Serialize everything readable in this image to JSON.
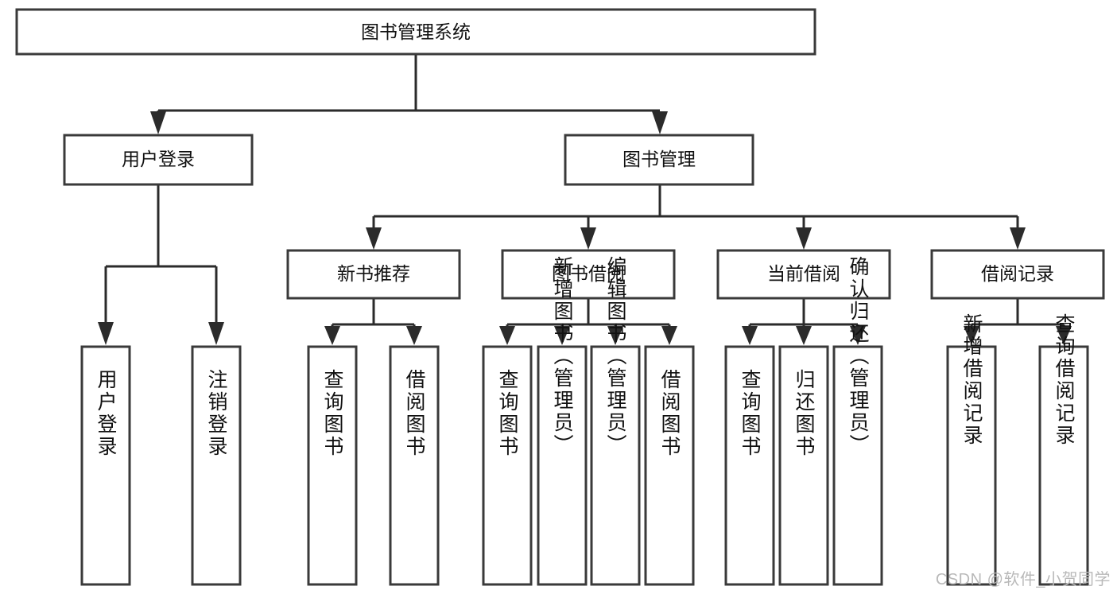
{
  "diagram": {
    "type": "tree-hierarchy",
    "title": "图书管理系统",
    "root": {
      "id": "root",
      "label": "图书管理系统",
      "orientation": "horizontal"
    },
    "level2": [
      {
        "id": "user-login",
        "label": "用户登录",
        "orientation": "horizontal"
      },
      {
        "id": "book-management",
        "label": "图书管理",
        "orientation": "horizontal"
      }
    ],
    "level3": [
      {
        "id": "new-book-recommend",
        "label": "新书推荐",
        "orientation": "horizontal",
        "parent": "book-management"
      },
      {
        "id": "book-borrow",
        "label": "图书借阅",
        "orientation": "horizontal",
        "parent": "book-management"
      },
      {
        "id": "current-borrow",
        "label": "当前借阅",
        "orientation": "horizontal",
        "parent": "book-management"
      },
      {
        "id": "borrow-record",
        "label": "借阅记录",
        "orientation": "horizontal",
        "parent": "book-management"
      }
    ],
    "leaves": {
      "user_login": [
        {
          "id": "leaf-user-login",
          "label": "用户登录"
        },
        {
          "id": "leaf-user-logout",
          "label": "注销登录"
        }
      ],
      "new_book_recommend": [
        {
          "id": "leaf-query-book-1",
          "label": "查询图书"
        },
        {
          "id": "leaf-borrow-book-1",
          "label": "借阅图书"
        }
      ],
      "book_borrow": [
        {
          "id": "leaf-query-book-2",
          "label": "查询图书"
        },
        {
          "id": "leaf-add-book",
          "label": "新增图书（管理员）"
        },
        {
          "id": "leaf-edit-book",
          "label": "编辑图书（管理员）"
        },
        {
          "id": "leaf-borrow-book-2",
          "label": "借阅图书"
        }
      ],
      "current_borrow": [
        {
          "id": "leaf-query-book-3",
          "label": "查询图书"
        },
        {
          "id": "leaf-return-book",
          "label": "归还图书"
        },
        {
          "id": "leaf-confirm-return",
          "label": "确认归还（管理员）"
        }
      ],
      "borrow_record": [
        {
          "id": "leaf-add-record",
          "label": "新增借阅记录"
        },
        {
          "id": "leaf-query-record",
          "label": "查询借阅记录"
        }
      ]
    },
    "colors": {
      "box_stroke": "#3a3a3a",
      "connector": "#2b2b2b",
      "box_fill": "#ffffff",
      "text": "#111111",
      "watermark": "#b9b9b9",
      "background": "#ffffff"
    }
  },
  "watermark": {
    "label": "CSDN @软件_小贺同学"
  }
}
